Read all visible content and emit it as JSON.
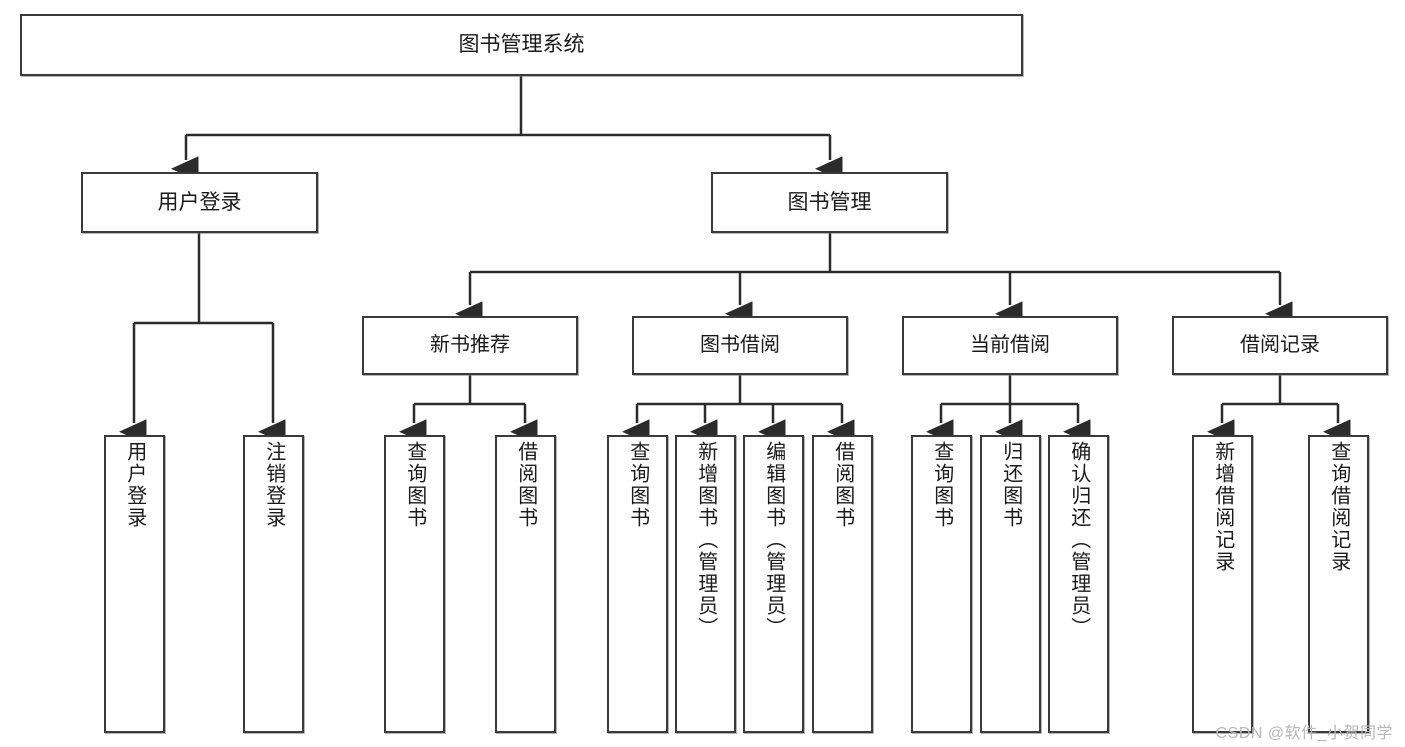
{
  "diagram": {
    "title": "图书管理系统",
    "type": "tree",
    "watermark": "CSDN @软件_小贺同学",
    "colors": {
      "box_border": "#3a3a3a",
      "box_fill": "#ffffff",
      "edge": "#2b2b2b",
      "text": "#1a1a1a",
      "watermark": "#b6b6b6"
    },
    "nodes": {
      "root": {
        "label": "图书管理系统",
        "level": 1
      },
      "user_login": {
        "label": "用户登录",
        "level": 2
      },
      "book_manage": {
        "label": "图书管理",
        "level": 2
      },
      "new_book_rec": {
        "label": "新书推荐",
        "level": 3
      },
      "book_borrow": {
        "label": "图书借阅",
        "level": 3
      },
      "current_borrow": {
        "label": "当前借阅",
        "level": 3
      },
      "borrow_record": {
        "label": "借阅记录",
        "level": 3
      },
      "leaf_user_login": {
        "label": "用户登录",
        "level": 4
      },
      "leaf_logout": {
        "label": "注销登录",
        "level": 4
      },
      "leaf_query_book_1": {
        "label": "查询图书",
        "level": 4
      },
      "leaf_borrow_book_1": {
        "label": "借阅图书",
        "level": 4
      },
      "leaf_query_book_2": {
        "label": "查询图书",
        "level": 4
      },
      "leaf_add_book": {
        "label": "新增图书（管理员）",
        "level": 4
      },
      "leaf_edit_book": {
        "label": "编辑图书（管理员）",
        "level": 4
      },
      "leaf_borrow_book_2": {
        "label": "借阅图书",
        "level": 4
      },
      "leaf_query_book_3": {
        "label": "查询图书",
        "level": 4
      },
      "leaf_return_book": {
        "label": "归还图书",
        "level": 4
      },
      "leaf_confirm_return": {
        "label": "确认归还（管理员）",
        "level": 4
      },
      "leaf_add_record": {
        "label": "新增借阅记录",
        "level": 4
      },
      "leaf_query_record": {
        "label": "查询借阅记录",
        "level": 4
      }
    },
    "edges": [
      {
        "from": "root",
        "to": "user_login"
      },
      {
        "from": "root",
        "to": "book_manage"
      },
      {
        "from": "user_login",
        "to": "leaf_user_login"
      },
      {
        "from": "user_login",
        "to": "leaf_logout"
      },
      {
        "from": "book_manage",
        "to": "new_book_rec"
      },
      {
        "from": "book_manage",
        "to": "book_borrow"
      },
      {
        "from": "book_manage",
        "to": "current_borrow"
      },
      {
        "from": "book_manage",
        "to": "borrow_record"
      },
      {
        "from": "new_book_rec",
        "to": "leaf_query_book_1"
      },
      {
        "from": "new_book_rec",
        "to": "leaf_borrow_book_1"
      },
      {
        "from": "book_borrow",
        "to": "leaf_query_book_2"
      },
      {
        "from": "book_borrow",
        "to": "leaf_add_book"
      },
      {
        "from": "book_borrow",
        "to": "leaf_edit_book"
      },
      {
        "from": "book_borrow",
        "to": "leaf_borrow_book_2"
      },
      {
        "from": "current_borrow",
        "to": "leaf_query_book_3"
      },
      {
        "from": "current_borrow",
        "to": "leaf_return_book"
      },
      {
        "from": "current_borrow",
        "to": "leaf_confirm_return"
      },
      {
        "from": "borrow_record",
        "to": "leaf_add_record"
      },
      {
        "from": "borrow_record",
        "to": "leaf_query_record"
      }
    ]
  }
}
